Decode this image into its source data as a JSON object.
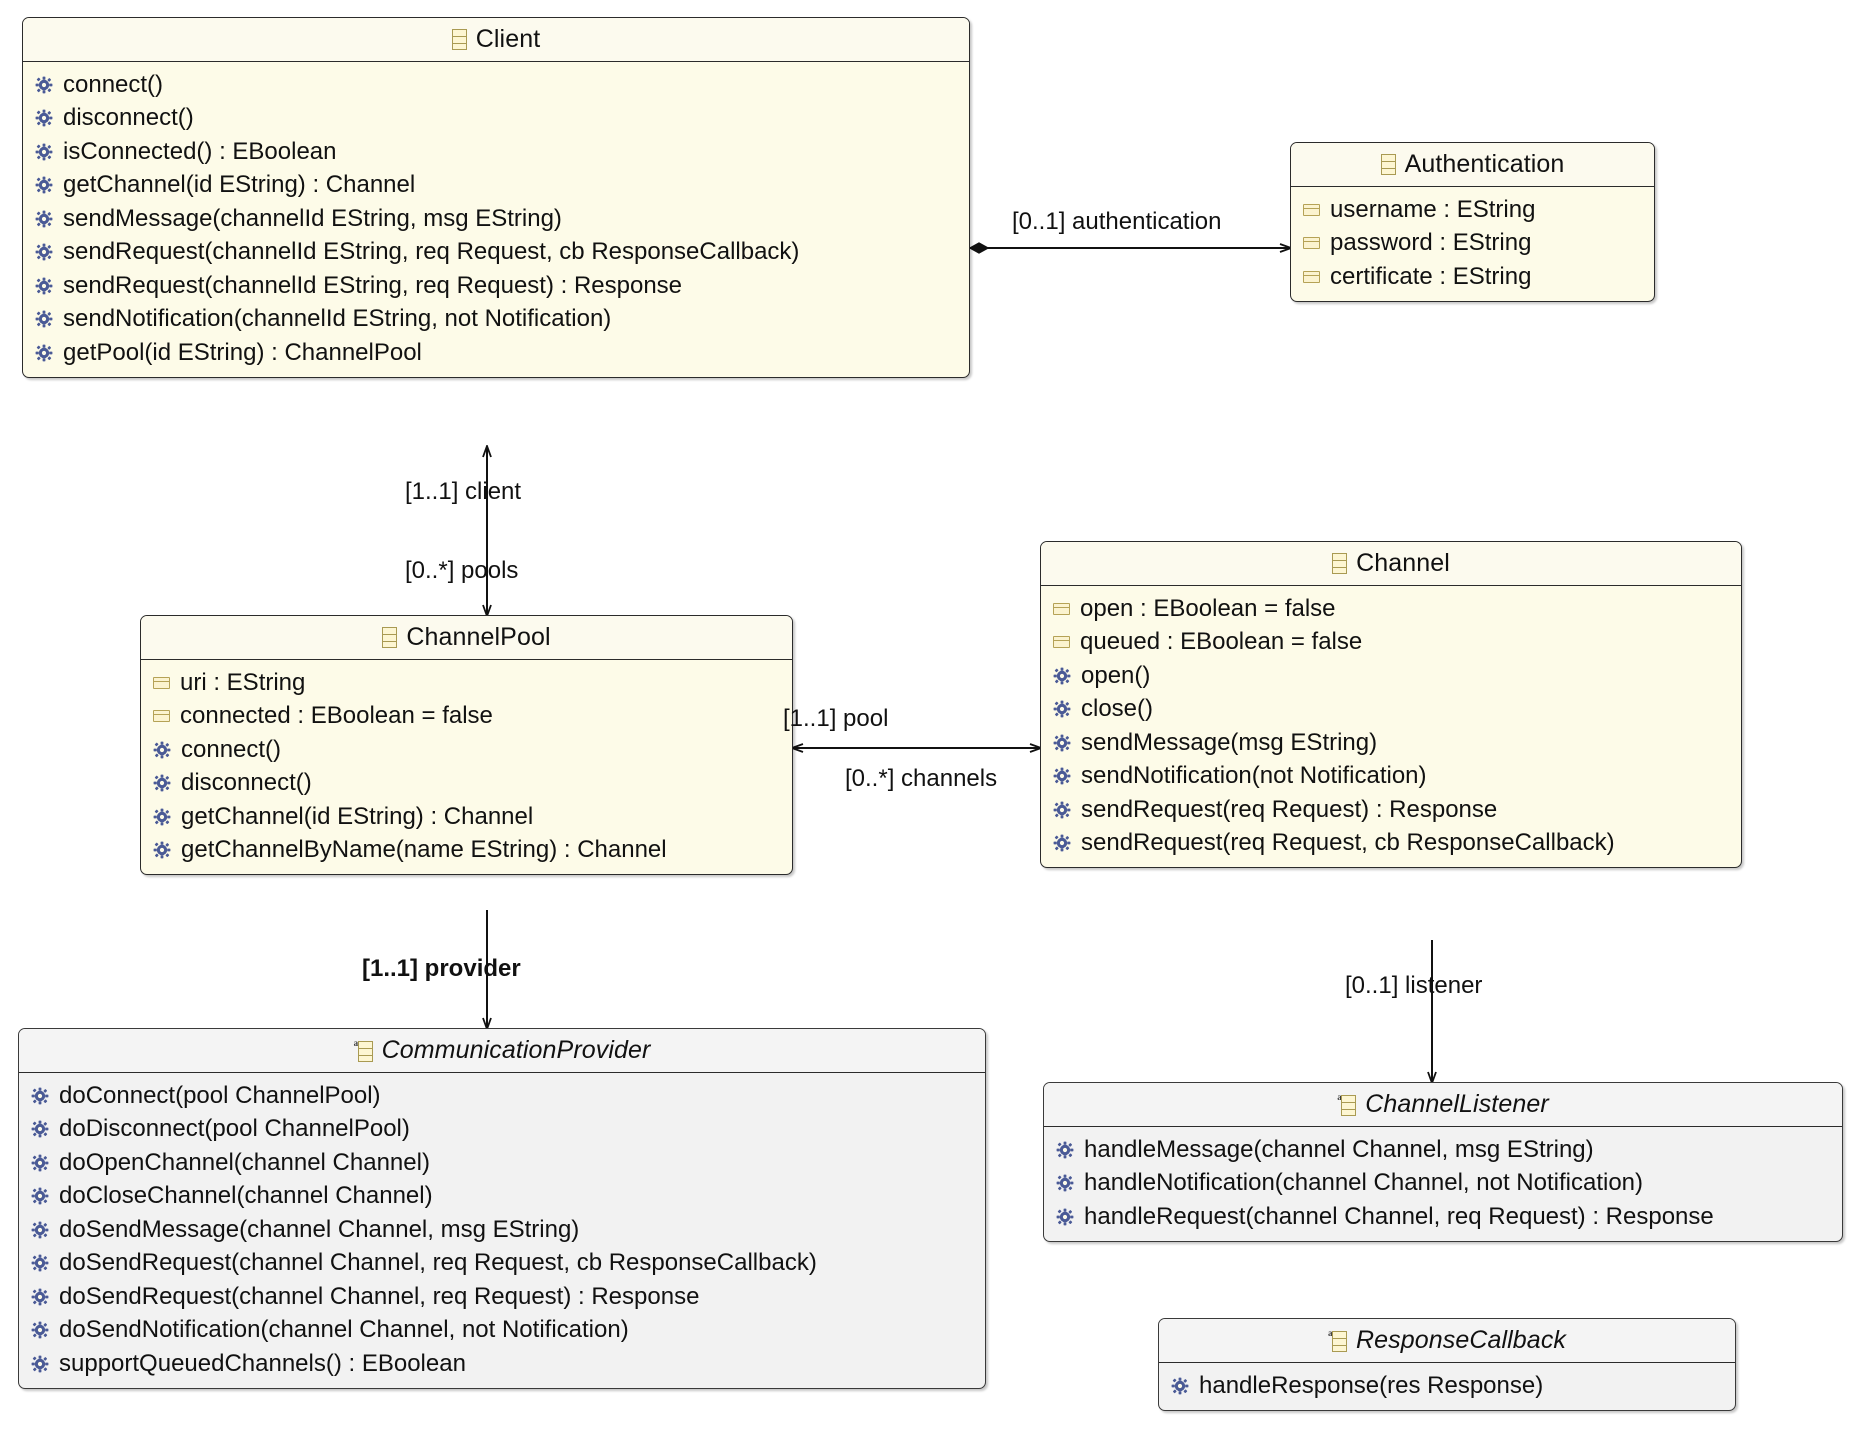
{
  "diagram": {
    "kind": "UML class diagram",
    "icons": {
      "class": "class-icon",
      "abstract_class": "abstract-class-icon",
      "attribute": "attribute-icon",
      "operation": "operation-icon"
    },
    "colors": {
      "class_fill": "#fdfbe8",
      "abstract_fill": "#f2f2f2",
      "border": "#2b2b2b",
      "attribute_icon": "#fbf3cf",
      "operation_icon": "#4a5a96",
      "text": "#111111"
    }
  },
  "classes": [
    {
      "id": "client",
      "name": "Client",
      "abstract": false,
      "attributes": [],
      "operations": [
        "connect()",
        "disconnect()",
        "isConnected() : EBoolean",
        "getChannel(id EString) : Channel",
        "sendMessage(channelId EString, msg EString)",
        "sendRequest(channelId EString, req Request, cb ResponseCallback)",
        "sendRequest(channelId EString, req Request) : Response",
        "sendNotification(channelId EString, not Notification)",
        "getPool(id EString) : ChannelPool"
      ]
    },
    {
      "id": "authentication",
      "name": "Authentication",
      "abstract": false,
      "attributes": [
        "username : EString",
        "password : EString",
        "certificate : EString"
      ],
      "operations": []
    },
    {
      "id": "channelpool",
      "name": "ChannelPool",
      "abstract": false,
      "attributes": [
        "uri : EString",
        "connected : EBoolean = false"
      ],
      "operations": [
        "connect()",
        "disconnect()",
        "getChannel(id EString) : Channel",
        "getChannelByName(name EString) : Channel"
      ]
    },
    {
      "id": "channel",
      "name": "Channel",
      "abstract": false,
      "attributes": [
        "open : EBoolean = false",
        "queued : EBoolean = false"
      ],
      "operations": [
        "open()",
        "close()",
        "sendMessage(msg EString)",
        "sendNotification(not Notification)",
        "sendRequest(req Request) : Response",
        "sendRequest(req Request, cb ResponseCallback)"
      ]
    },
    {
      "id": "communicationprovider",
      "name": "CommunicationProvider",
      "abstract": true,
      "attributes": [],
      "operations": [
        "doConnect(pool ChannelPool)",
        "doDisconnect(pool ChannelPool)",
        "doOpenChannel(channel Channel)",
        "doCloseChannel(channel Channel)",
        "doSendMessage(channel Channel, msg EString)",
        "doSendRequest(channel Channel, req Request, cb ResponseCallback)",
        "doSendRequest(channel Channel, req Request) : Response",
        "doSendNotification(channel Channel, not Notification)",
        "supportQueuedChannels() : EBoolean"
      ]
    },
    {
      "id": "channellistener",
      "name": "ChannelListener",
      "abstract": true,
      "attributes": [],
      "operations": [
        "handleMessage(channel Channel, msg EString)",
        "handleNotification(channel Channel, not Notification)",
        "handleRequest(channel Channel, req Request) : Response"
      ]
    },
    {
      "id": "responsecallback",
      "name": "ResponseCallback",
      "abstract": true,
      "attributes": [],
      "operations": [
        "handleResponse(res Response)"
      ]
    }
  ],
  "relationships": [
    {
      "id": "client-authentication",
      "label": "[0..1] authentication",
      "source": "client",
      "target": "authentication",
      "type": "composition",
      "bold": false
    },
    {
      "id": "channelpool-client",
      "label": "[1..1] client",
      "source": "channelpool",
      "target": "client",
      "type": "association",
      "bold": false
    },
    {
      "id": "client-pools",
      "label": "[0..*] pools",
      "source": "client",
      "target": "channelpool",
      "type": "association",
      "bold": false
    },
    {
      "id": "channel-pool",
      "label": "[1..1] pool",
      "source": "channel",
      "target": "channelpool",
      "type": "association",
      "bold": false
    },
    {
      "id": "channelpool-channels",
      "label": "[0..*] channels",
      "source": "channelpool",
      "target": "channel",
      "type": "association",
      "bold": false
    },
    {
      "id": "channelpool-provider",
      "label": "[1..1] provider",
      "source": "channelpool",
      "target": "communicationprovider",
      "type": "association",
      "bold": true
    },
    {
      "id": "channel-listener",
      "label": "[0..1] listener",
      "source": "channel",
      "target": "channellistener",
      "type": "association",
      "bold": false
    }
  ]
}
